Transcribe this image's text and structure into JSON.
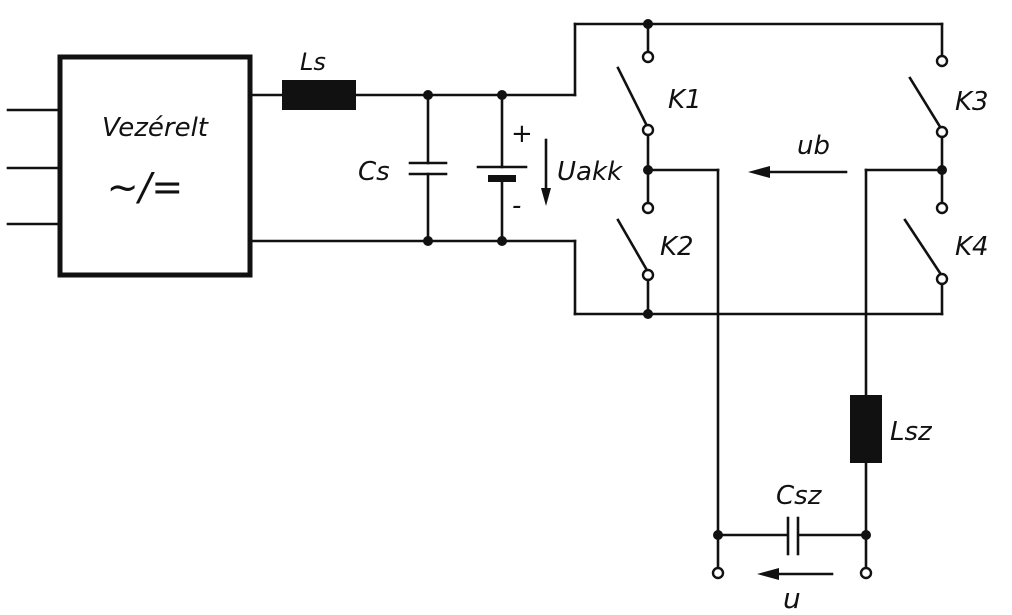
{
  "controller": {
    "line1": "Vezérelt",
    "line2": "~/="
  },
  "labels": {
    "ls": "Ls",
    "cs": "Cs",
    "uakk": "Uakk",
    "plus": "+",
    "minus": "-",
    "k1": "K1",
    "k2": "K2",
    "k3": "K3",
    "k4": "K4",
    "ub": "ub",
    "lsz": "Lsz",
    "csz": "Csz",
    "u": "u"
  },
  "colors": {
    "ink": "#111111",
    "paper": "#ffffff"
  }
}
